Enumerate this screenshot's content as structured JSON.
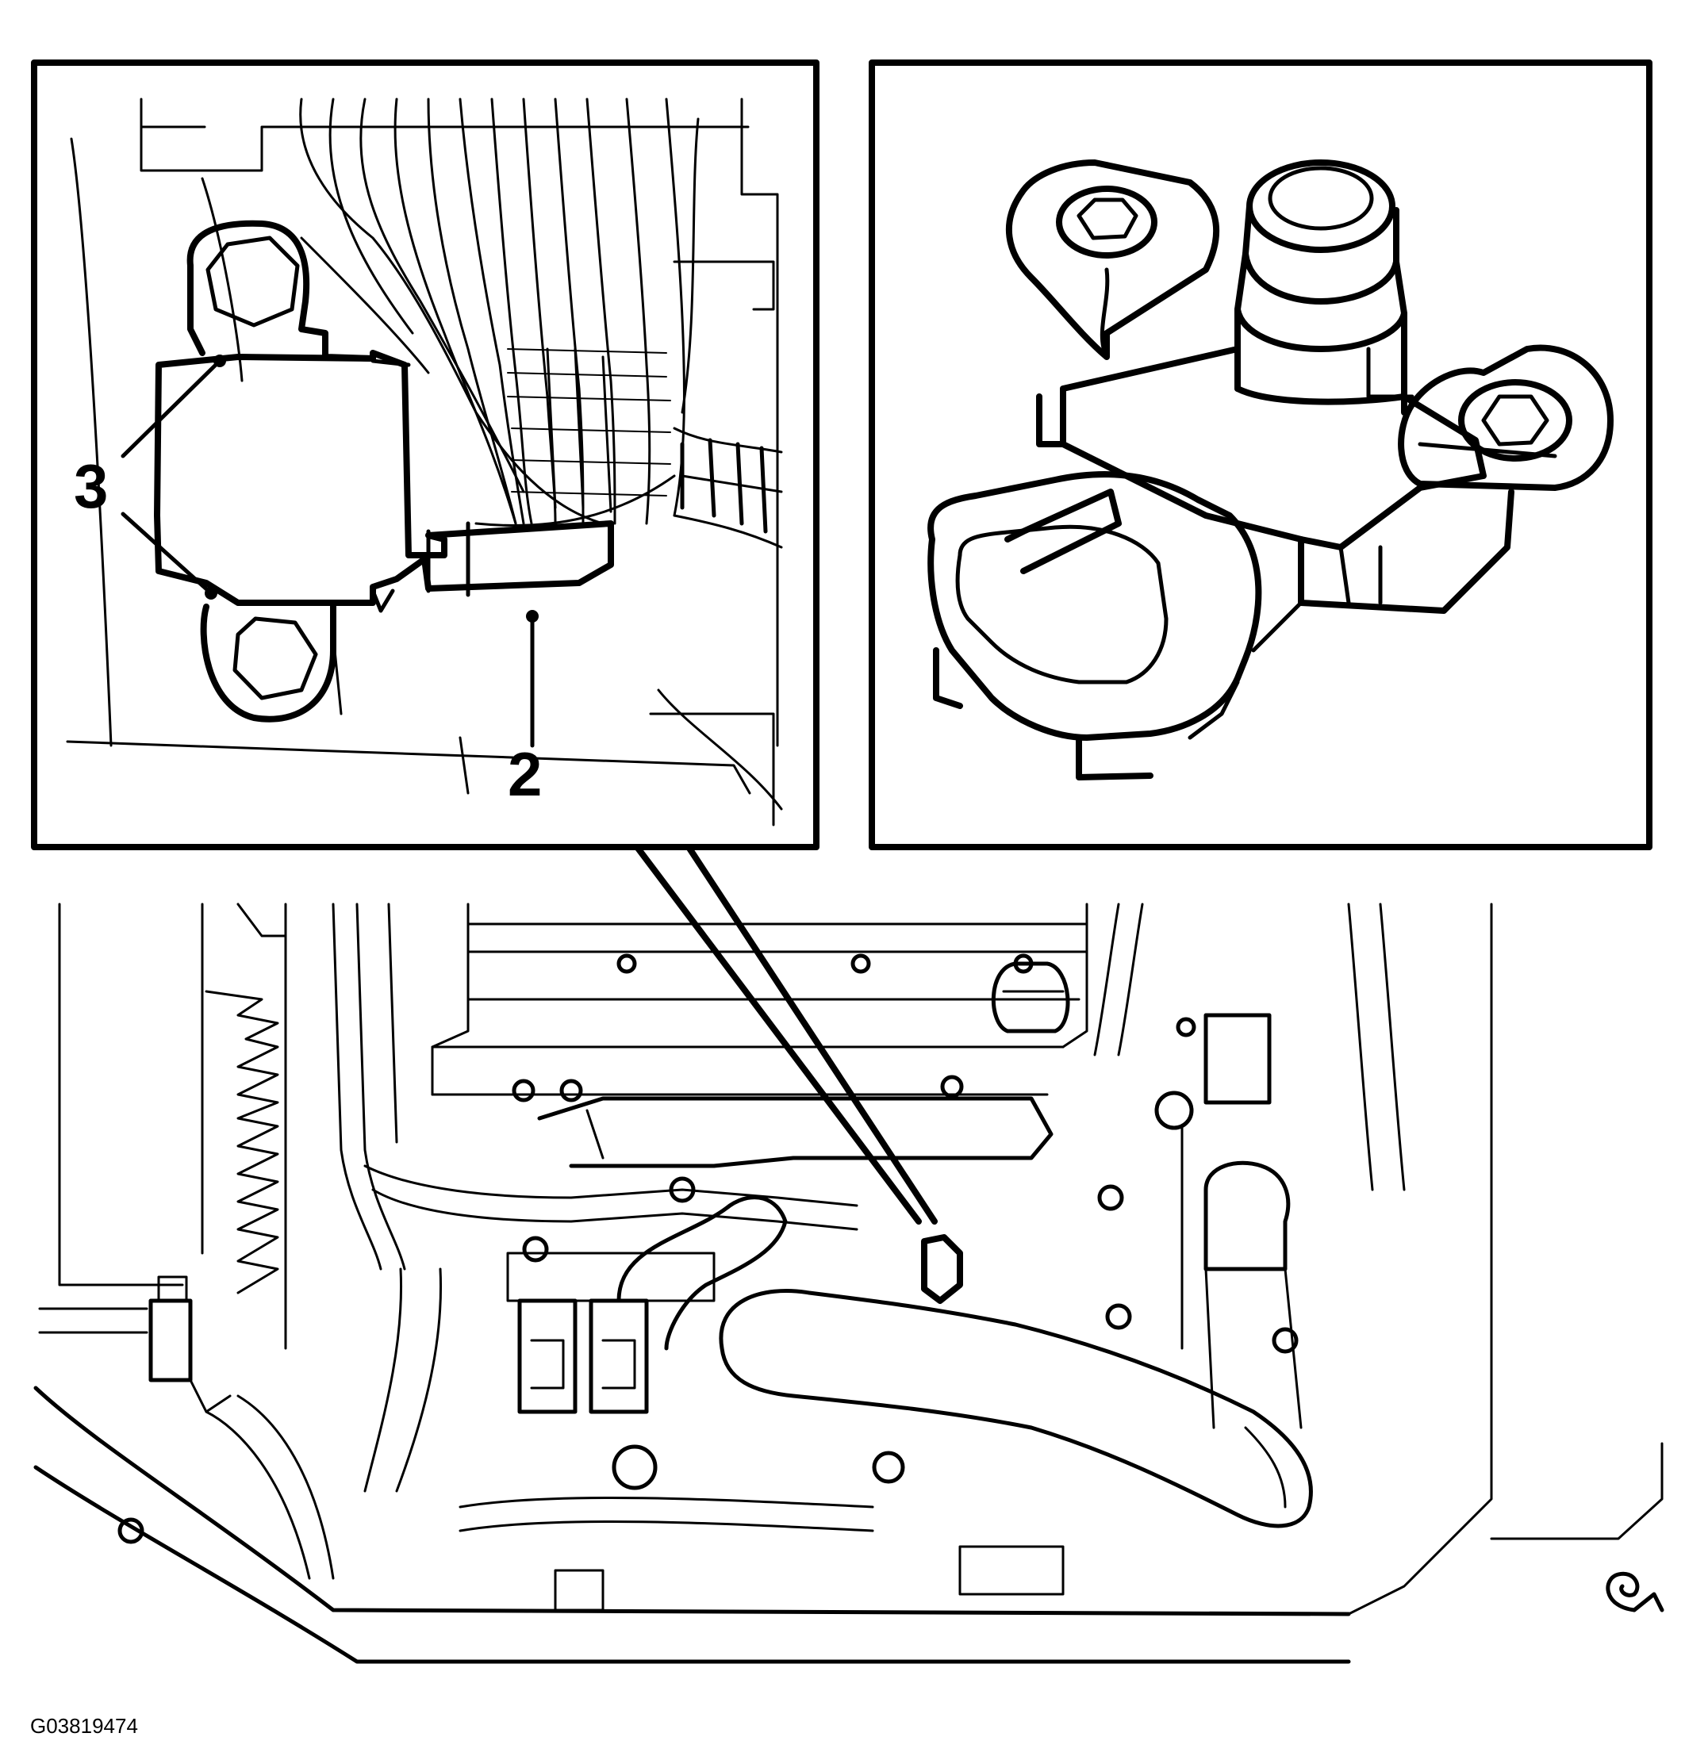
{
  "callouts": {
    "bolts_label": "3",
    "sensor_label": "2"
  },
  "figure_id": "G03819474",
  "icons": {
    "orientation": "view-orientation-arrow-icon"
  },
  "colors": {
    "line": "#000000",
    "background": "#ffffff"
  }
}
